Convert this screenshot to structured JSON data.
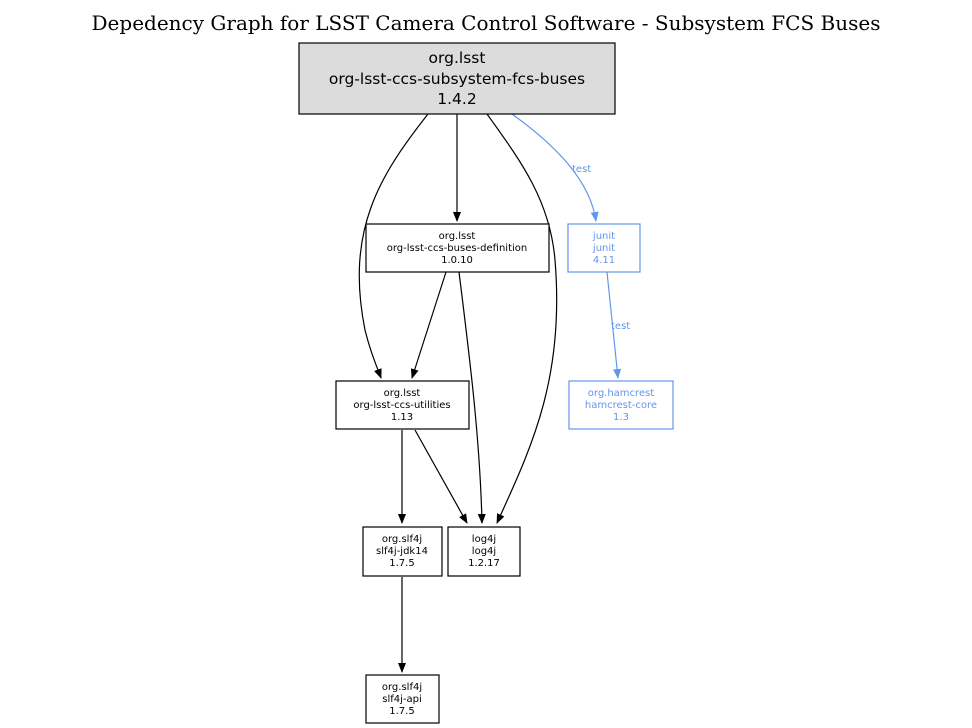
{
  "title": "Depedency Graph for LSST Camera Control Software - Subsystem FCS Buses",
  "colors": {
    "compile": "#000000",
    "test": "#6495ed",
    "root_fill": "#dcdcdc",
    "node_fill": "#ffffff"
  },
  "nodes": {
    "root": {
      "group": "org.lsst",
      "artifact": "org-lsst-ccs-subsystem-fcs-buses",
      "version": "1.4.2"
    },
    "buses_def": {
      "group": "org.lsst",
      "artifact": "org-lsst-ccs-buses-definition",
      "version": "1.0.10"
    },
    "junit": {
      "group": "junit",
      "artifact": "junit",
      "version": "4.11"
    },
    "utilities": {
      "group": "org.lsst",
      "artifact": "org-lsst-ccs-utilities",
      "version": "1.13"
    },
    "hamcrest": {
      "group": "org.hamcrest",
      "artifact": "hamcrest-core",
      "version": "1.3"
    },
    "slf4j_jdk14": {
      "group": "org.slf4j",
      "artifact": "slf4j-jdk14",
      "version": "1.7.5"
    },
    "log4j": {
      "group": "log4j",
      "artifact": "log4j",
      "version": "1.2.17"
    },
    "slf4j_api": {
      "group": "org.slf4j",
      "artifact": "slf4j-api",
      "version": "1.7.5"
    }
  },
  "edges": [
    {
      "from": "root",
      "to": "buses_def",
      "scope": "compile"
    },
    {
      "from": "root",
      "to": "utilities",
      "scope": "compile"
    },
    {
      "from": "root",
      "to": "log4j",
      "scope": "compile"
    },
    {
      "from": "root",
      "to": "junit",
      "scope": "test",
      "label": "test"
    },
    {
      "from": "buses_def",
      "to": "utilities",
      "scope": "compile"
    },
    {
      "from": "buses_def",
      "to": "log4j",
      "scope": "compile"
    },
    {
      "from": "junit",
      "to": "hamcrest",
      "scope": "test",
      "label": "test"
    },
    {
      "from": "utilities",
      "to": "slf4j_jdk14",
      "scope": "compile"
    },
    {
      "from": "utilities",
      "to": "log4j",
      "scope": "compile"
    },
    {
      "from": "slf4j_jdk14",
      "to": "slf4j_api",
      "scope": "compile"
    }
  ]
}
